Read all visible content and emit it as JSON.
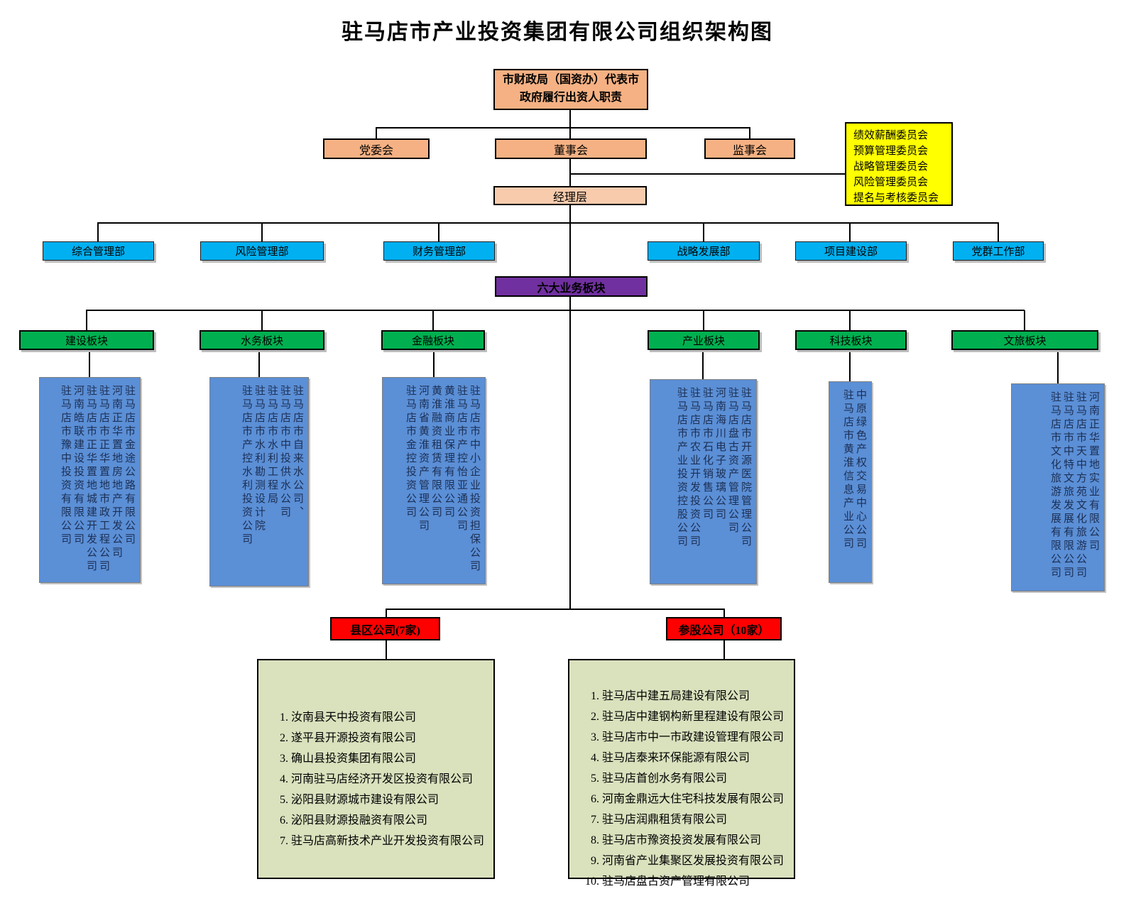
{
  "title": "驻马店市产业投资集团有限公司组织架构图",
  "root_label": "市财政局（国资办）代表市政府履行出资人职责",
  "governance": {
    "party_committee": "党委会",
    "board": "董事会",
    "supervisory_board": "监事会"
  },
  "committees": [
    "绩效薪酬委员会",
    "预算管理委员会",
    "战略管理委员会",
    "风险管理委员会",
    "提名与考核委员会"
  ],
  "management_label": "经理层",
  "departments": [
    "综合管理部",
    "风险管理部",
    "财务管理部",
    "战略发展部",
    "项目建设部",
    "党群工作部"
  ],
  "business_header": "六大业务板块",
  "segments": [
    {
      "name": "建设板块",
      "companies": [
        "驻马店市金途公路有限公司",
        "河南正华置地房地产开发公司",
        "驻马店市正华置地市政工程公司",
        "驻马店市正华置地城建开发公司",
        "河南皓联建设投资有限公司",
        "驻马店市豫中投资有限公司"
      ]
    },
    {
      "name": "水务板块",
      "companies": [
        "驻马店市自来水公司、",
        "驻马店市中投供水公司",
        "驻马店市水利工程局",
        "驻马店市水利勘测设计院",
        "驻马店市产控水利投资公司"
      ]
    },
    {
      "name": "金融板块",
      "companies": [
        "驻马店市中小企业投资担保公司",
        "驻马店市产控怡亚通公司",
        "黄淮商业保理有限公司",
        "黄淮融资租赁有限公司",
        "河南省黄淮资产管理公司",
        "驻马店市金控投资公司"
      ]
    },
    {
      "name": "产业板块",
      "companies": [
        "驻马店市开源医院管理公司",
        "驻马店盘古资产管理公司",
        "河南海川电子玻璃公司",
        "驻马店市石化销售公司",
        "驻马店市农业开发投资公司",
        "驻马店市产业投资控股公司"
      ]
    },
    {
      "name": "科技板块",
      "companies": [
        "中原绿色产权交易中心公司",
        "驻马店市黄淮信息产业公司"
      ]
    },
    {
      "name": "文旅板块",
      "companies": [
        "河南正华置地实业有限公司",
        "驻马店市天中方苑文化旅游公司",
        "驻马店市中特文旅发展有限公司",
        "驻马店市文化旅游发展有限公司"
      ]
    }
  ],
  "county_companies": {
    "label": "县区公司(7家)",
    "items": [
      "汝南县天中投资有限公司",
      "遂平县开源投资有限公司",
      "确山县投资集团有限公司",
      "河南驻马店经济开发区投资有限公司",
      "泌阳县财源城市建设有限公司",
      "泌阳县财源投融资有限公司",
      "驻马店高新技术产业开发投资有限公司"
    ]
  },
  "equity_companies": {
    "label": "参股公司（10家）",
    "items": [
      "驻马店中建五局建设有限公司",
      "驻马店中建钢构新里程建设有限公司",
      "驻马店市中一市政建设管理有限公司",
      "驻马店泰来环保能源有限公司",
      "驻马店首创水务有限公司",
      "河南金鼎远大住宅科技发展有限公司",
      "驻马店润鼎租赁有限公司",
      "驻马店市豫资投资发展有限公司",
      "河南省产业集聚区发展投资有限公司",
      "驻马店盘古资产管理有限公司"
    ]
  },
  "colors": {
    "org_orange": "#F5B183",
    "manager_orange": "#F8CBAD",
    "committee_yellow": "#FFFF00",
    "department_blue": "#00B0F0",
    "header_purple": "#7030A0",
    "segment_green": "#00B050",
    "company_blue": "#5B8FD6",
    "group_red": "#FF0000",
    "list_green": "#D9E1BD"
  }
}
